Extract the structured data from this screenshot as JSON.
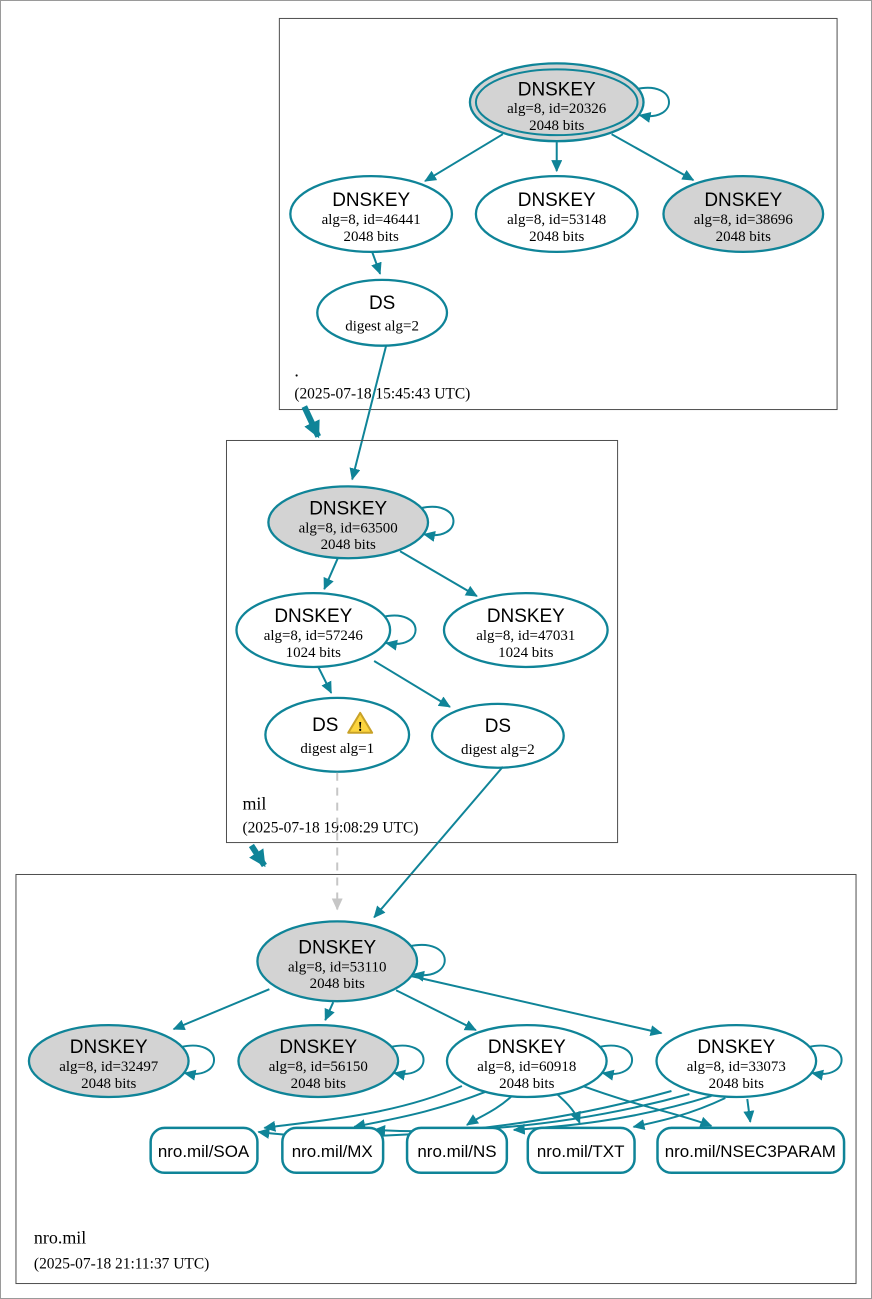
{
  "diagram": {
    "colors": {
      "edge": "#0f8498",
      "ksk_fill": "#d3d3d3",
      "node_fill": "#ffffff",
      "cluster_border": "#4d4d4d",
      "insecure_edge": "#c6c6c6",
      "warning": "#fcd53f"
    },
    "warning_mark": "!",
    "zones": [
      {
        "name": ".",
        "timestamp": "(2025-07-18 15:45:43 UTC)",
        "nodes": {
          "ksk": {
            "title": "DNSKEY",
            "line1": "alg=8, id=20326",
            "line2": "2048 bits"
          },
          "zsk1": {
            "title": "DNSKEY",
            "line1": "alg=8, id=46441",
            "line2": "2048 bits"
          },
          "zsk2": {
            "title": "DNSKEY",
            "line1": "alg=8, id=53148",
            "line2": "2048 bits"
          },
          "ksk2": {
            "title": "DNSKEY",
            "line1": "alg=8, id=38696",
            "line2": "2048 bits"
          },
          "ds": {
            "title": "DS",
            "line1": "digest alg=2"
          }
        }
      },
      {
        "name": "mil",
        "timestamp": "(2025-07-18 19:08:29 UTC)",
        "nodes": {
          "ksk": {
            "title": "DNSKEY",
            "line1": "alg=8, id=63500",
            "line2": "2048 bits"
          },
          "zsk1": {
            "title": "DNSKEY",
            "line1": "alg=8, id=57246",
            "line2": "1024 bits"
          },
          "zsk2": {
            "title": "DNSKEY",
            "line1": "alg=8, id=47031",
            "line2": "1024 bits"
          },
          "ds1": {
            "title": "DS",
            "line1": "digest alg=1"
          },
          "ds2": {
            "title": "DS",
            "line1": "digest alg=2"
          }
        }
      },
      {
        "name": "nro.mil",
        "timestamp": "(2025-07-18 21:11:37 UTC)",
        "nodes": {
          "ksk": {
            "title": "DNSKEY",
            "line1": "alg=8, id=53110",
            "line2": "2048 bits"
          },
          "key1": {
            "title": "DNSKEY",
            "line1": "alg=8, id=32497",
            "line2": "2048 bits"
          },
          "key2": {
            "title": "DNSKEY",
            "line1": "alg=8, id=56150",
            "line2": "2048 bits"
          },
          "key3": {
            "title": "DNSKEY",
            "line1": "alg=8, id=60918",
            "line2": "2048 bits"
          },
          "key4": {
            "title": "DNSKEY",
            "line1": "alg=8, id=33073",
            "line2": "2048 bits"
          }
        },
        "rrsets": [
          {
            "label": "nro.mil/SOA"
          },
          {
            "label": "nro.mil/MX"
          },
          {
            "label": "nro.mil/NS"
          },
          {
            "label": "nro.mil/TXT"
          },
          {
            "label": "nro.mil/NSEC3PARAM"
          }
        ]
      }
    ]
  }
}
